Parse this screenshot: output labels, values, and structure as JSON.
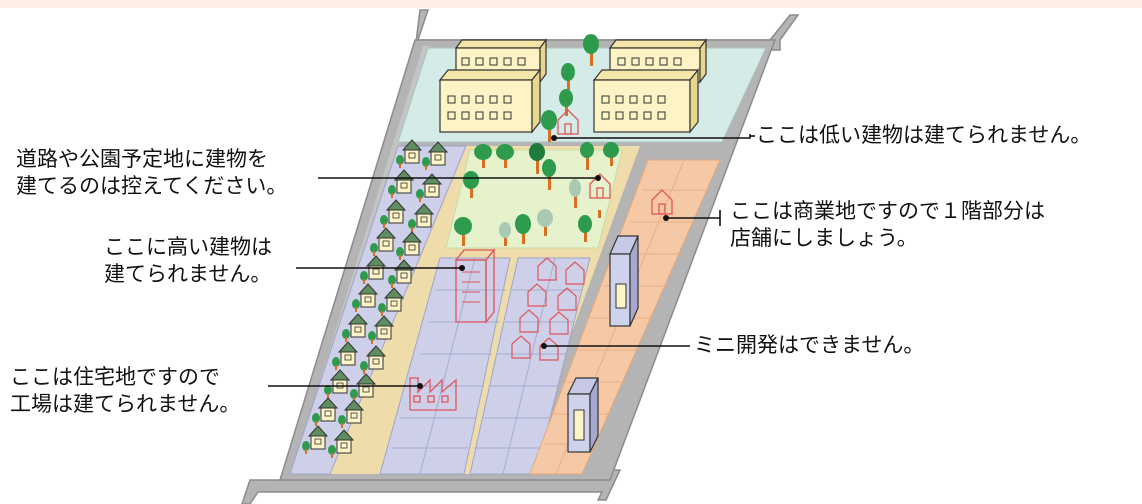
{
  "labels": {
    "low_building": [
      "ここは低い建物は建てられません。"
    ],
    "road_park": [
      "道路や公園予定地に建物を",
      "建てるのは控えてください。"
    ],
    "commercial": [
      "ここは商業地ですので１階部分は",
      "店舗にしましょう。"
    ],
    "high_building": [
      "ここに高い建物は",
      "建てられません。"
    ],
    "mini_dev": [
      "ミニ開発はできません。"
    ],
    "residential": [
      "ここは住宅地ですので",
      "工場は建てられません。"
    ]
  },
  "colors": {
    "road": "#b4b4b4",
    "road_edge": "#8c8c8c",
    "institutional": "#d5ebe8",
    "park": "#e6f2cc",
    "sand_strip": "#eedcaa",
    "residential": "#cdd0e8",
    "commercial": "#f6c9a6",
    "house_green": "#6c9b6b",
    "building": "#fdf3c4",
    "tree_green": "#2e9a4c",
    "tree_trunk": "#d7711f",
    "red_outline": "#e0555a"
  },
  "icons": [
    "house-icon",
    "tree-icon",
    "factory-outline-icon",
    "tall-building-outline-icon",
    "small-house-outline-icon",
    "apartment-building-icon",
    "office-tower-icon"
  ]
}
